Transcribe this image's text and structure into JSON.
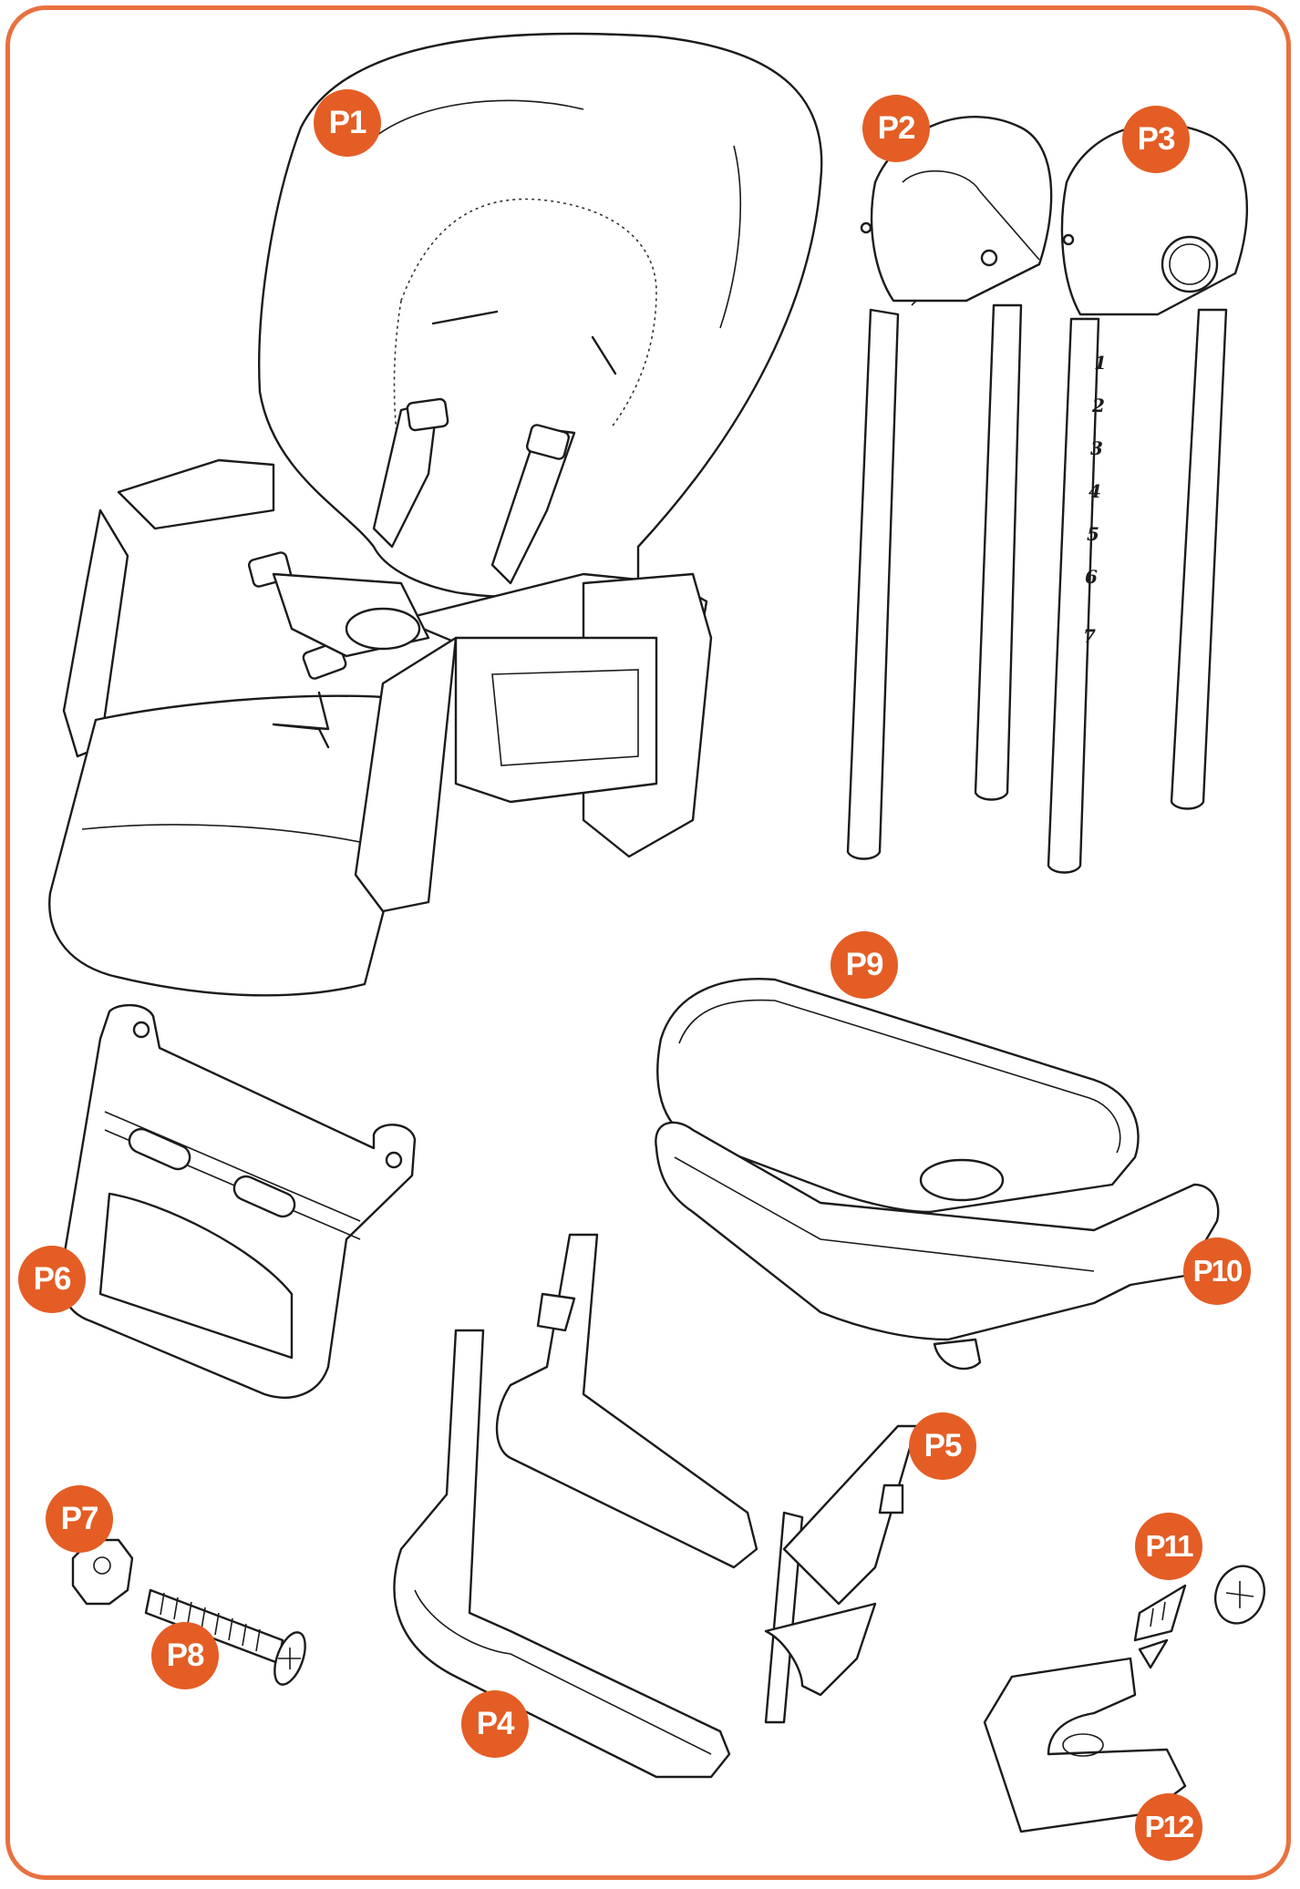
{
  "parts": {
    "p1": "P1",
    "p2": "P2",
    "p3": "P3",
    "p4": "P4",
    "p5": "P5",
    "p6": "P6",
    "p7": "P7",
    "p8": "P8",
    "p9": "P9",
    "p10": "P10",
    "p11": "P11",
    "p12": "P12"
  },
  "height_scale": [
    "1",
    "2",
    "3",
    "4",
    "5",
    "6",
    "7"
  ],
  "colors": {
    "border": "#e8713f",
    "badge": "#e45d25",
    "badge_text": "#ffffff",
    "line": "#1b1b1b"
  }
}
